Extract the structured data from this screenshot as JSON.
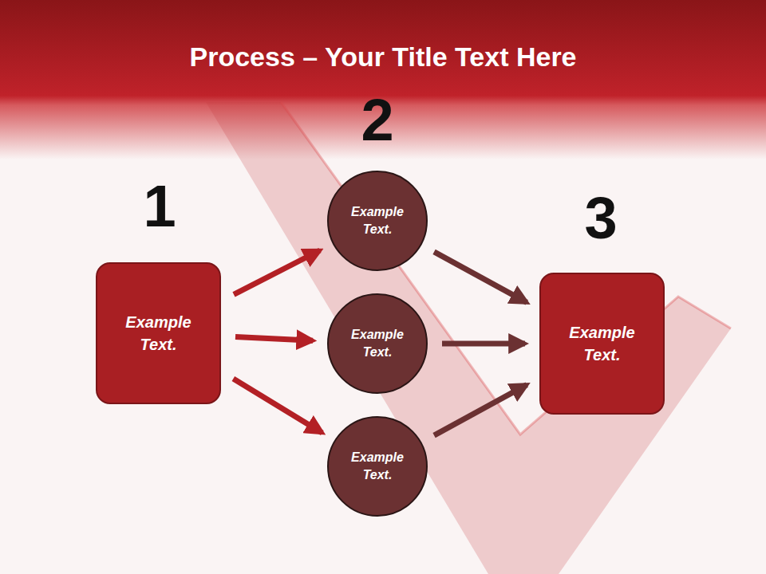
{
  "diagram": {
    "title": "Process – Your Title Text Here",
    "nodes": [
      {
        "text": [
          "Example Text."
        ]
      },
      {
        "text": [
          "Example Text."
        ]
      },
      {
        "text": [
          "Example Text."
        ]
      },
      {
        "text": [
          "Example Text."
        ]
      },
      {
        "text": [
          "Example Text."
        ]
      }
    ],
    "edges": [
      {
        "from": 0,
        "to": 1,
        "arrow": "to"
      },
      {
        "from": 0,
        "to": 2,
        "arrow": "to"
      },
      {
        "from": 0,
        "to": 3,
        "arrow": "to"
      },
      {
        "from": 1,
        "to": 4,
        "arrow": "to"
      },
      {
        "from": 2,
        "to": 4,
        "arrow": "to"
      },
      {
        "from": 3,
        "to": 4,
        "arrow": "to"
      }
    ],
    "labels": [
      "1",
      "2",
      "3"
    ]
  }
}
